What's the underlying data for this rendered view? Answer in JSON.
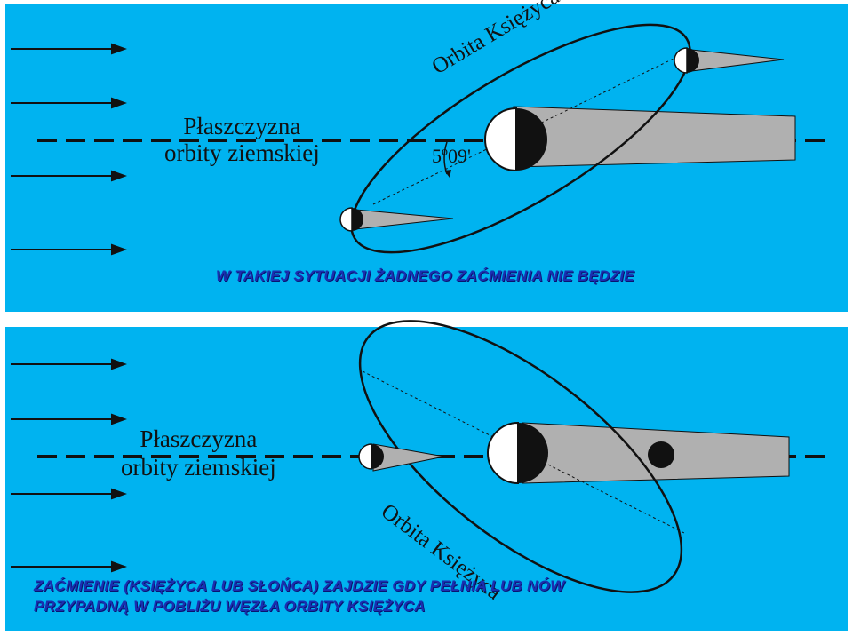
{
  "top_panel": {
    "plane_label_line1": "Płaszczyzna",
    "plane_label_line2": "orbity ziemskiej",
    "orbit_label": "Orbita Księżyca",
    "angle_deg": "5",
    "angle_deg_sup": "o",
    "angle_min": "09'",
    "banner": "W TAKIEJ SYTUACJI ŻADNEGO ZAĆMIENIA NIE BĘDZIE"
  },
  "bottom_panel": {
    "plane_label_line1": "Płaszczyzna",
    "plane_label_line2": "orbity ziemskiej",
    "orbit_label": "Orbita Księżyca",
    "banner_line1": "ZAĆMIENIE (KSIĘŻYCA LUB SŁOŃCA) ZAJDZIE GDY PEŁNIA LUB NÓW",
    "banner_line2": "PRZYPADNĄ W POBLIŻU WĘZŁA ORBITY KSIĘŻYCA"
  },
  "colors": {
    "background": "#00b3f0",
    "shadow_cone": "#b0b0b0",
    "banner_text": "#1a2fb0"
  }
}
